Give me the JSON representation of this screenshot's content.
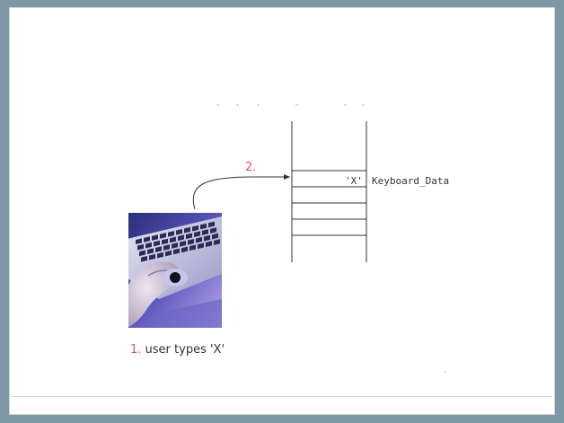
{
  "diagram": {
    "step2_label": "2.",
    "buffer_value": "'X'",
    "buffer_name": "Keyboard_Data",
    "step1_number": "1.",
    "step1_text": " user types 'X'"
  },
  "colors": {
    "frame": "#7f98a6",
    "step_number": "#e0546a",
    "line": "#333333"
  },
  "icons": {
    "photo": "keyboard-hand-photo"
  }
}
